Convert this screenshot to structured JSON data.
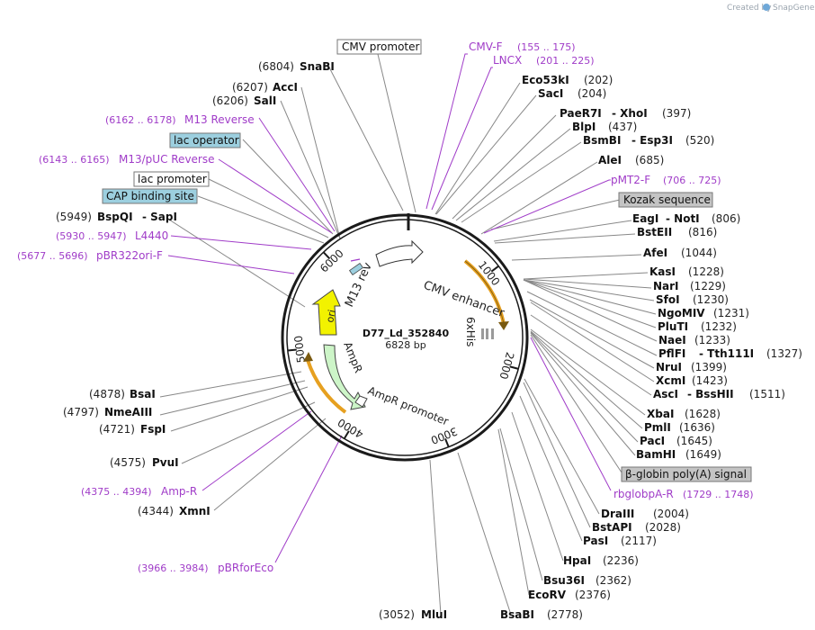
{
  "brand": {
    "text": "Created by",
    "name": "SnapGene"
  },
  "plasmid": {
    "name": "D77_Ld_352840",
    "size": "6828 bp",
    "total": 6828
  },
  "colors": {
    "backbone": "#1a1a1a",
    "primer": "#a03cc8",
    "feature_orange": "#e6a020",
    "ori_yellow": "#f2f200",
    "ampr_green": "#cdf5c8",
    "feature_blue": "#9ccfdf",
    "feature_gray": "#c4c4c4",
    "line": "#888888"
  },
  "ticks": [
    "1000",
    "2000",
    "3000",
    "4000",
    "5000",
    "6000"
  ],
  "inner_labels": {
    "cmv": "CMV enhancer",
    "his": "6xHis",
    "m13": "M13 rev",
    "ori": "ori",
    "ampr": "AmpR",
    "amppro": "AmpR promoter"
  },
  "sites_right": [
    {
      "name": "Eco53kI",
      "pos": "(202)"
    },
    {
      "name": "SacI",
      "pos": "(204)"
    },
    {
      "name": "PaeR7I",
      "pos": "- XhoI",
      "extra": "(397)"
    },
    {
      "name": "BlpI",
      "pos": "(437)"
    },
    {
      "name": "BsmBI",
      "pos": "- Esp3I",
      "extra": "(520)"
    },
    {
      "name": "AleI",
      "pos": "(685)"
    },
    {
      "name": "EagI",
      "pos": "- NotI",
      "extra": "(806)"
    },
    {
      "name": "BstEII",
      "pos": "(816)"
    },
    {
      "name": "AfeI",
      "pos": "(1044)"
    },
    {
      "name": "KasI",
      "pos": "(1228)"
    },
    {
      "name": "NarI",
      "pos": "(1229)"
    },
    {
      "name": "SfoI",
      "pos": "(1230)"
    },
    {
      "name": "NgoMIV",
      "pos": "(1231)"
    },
    {
      "name": "PluTI",
      "pos": "(1232)"
    },
    {
      "name": "NaeI",
      "pos": "(1233)"
    },
    {
      "name": "PflFI",
      "pos": "- Tth111I",
      "extra": "(1327)"
    },
    {
      "name": "NruI",
      "pos": "(1399)"
    },
    {
      "name": "XcmI",
      "pos": "(1423)"
    },
    {
      "name": "AscI",
      "pos": "- BssHII",
      "extra": "(1511)"
    },
    {
      "name": "XbaI",
      "pos": "(1628)"
    },
    {
      "name": "PmlI",
      "pos": "(1636)"
    },
    {
      "name": "PacI",
      "pos": "(1645)"
    },
    {
      "name": "BamHI",
      "pos": "(1649)"
    },
    {
      "name": "DraIII",
      "pos": "(2004)"
    },
    {
      "name": "BstAPI",
      "pos": "(2028)"
    },
    {
      "name": "PasI",
      "pos": "(2117)"
    },
    {
      "name": "HpaI",
      "pos": "(2236)"
    },
    {
      "name": "Bsu36I",
      "pos": "(2362)"
    },
    {
      "name": "EcoRV",
      "pos": "(2376)"
    },
    {
      "name": "BsaBI",
      "pos": "(2778)"
    },
    {
      "name": "MluI",
      "pos": "(3052)"
    }
  ],
  "sites_left": [
    {
      "name": "SnaBI",
      "pos": "(6804)"
    },
    {
      "name": "AccI",
      "pos": "(6207)"
    },
    {
      "name": "SalI",
      "pos": "(6206)"
    },
    {
      "name": "BspQI",
      "pos": "- SapI",
      "extra": "(5949)"
    },
    {
      "name": "BsaI",
      "pos": "(4878)"
    },
    {
      "name": "NmeAIII",
      "pos": "(4797)"
    },
    {
      "name": "FspI",
      "pos": "(4721)"
    },
    {
      "name": "PvuI",
      "pos": "(4575)"
    },
    {
      "name": "XmnI",
      "pos": "(4344)"
    }
  ],
  "primers": [
    {
      "name": "CMV-F",
      "range": "(155 .. 175)"
    },
    {
      "name": "LNCX",
      "range": "(201 .. 225)"
    },
    {
      "name": "pMT2-F",
      "range": "(706 .. 725)"
    },
    {
      "name": "rbglobpA-R",
      "range": "(1729 .. 1748)"
    },
    {
      "name": "M13 Reverse",
      "range": "(6162 .. 6178)"
    },
    {
      "name": "M13/pUC Reverse",
      "range": "(6143 .. 6165)"
    },
    {
      "name": "L4440",
      "range": "(5930 .. 5947)"
    },
    {
      "name": "pBR322ori-F",
      "range": "(5677 .. 5696)"
    },
    {
      "name": "Amp-R",
      "range": "(4375 .. 4394)"
    },
    {
      "name": "pBRforEco",
      "range": "(3966 .. 3984)"
    }
  ],
  "boxes": [
    {
      "text": "CMV promoter"
    },
    {
      "text": "Kozak sequence"
    },
    {
      "text": "β-globin poly(A) signal"
    },
    {
      "text": "lac operator"
    },
    {
      "text": "lac promoter"
    },
    {
      "text": "CAP binding site"
    }
  ]
}
